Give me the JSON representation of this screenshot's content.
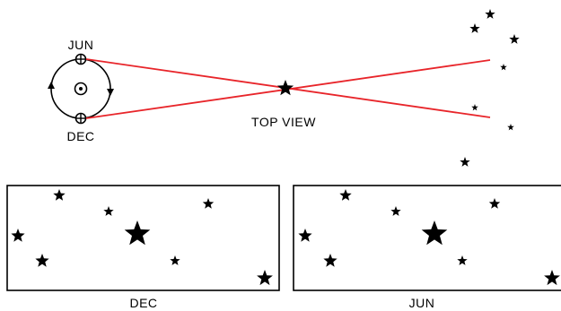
{
  "labels": {
    "jun_top": "JUN",
    "dec_top": "DEC",
    "top_view": "TOP VIEW",
    "panel_dec": "DEC",
    "panel_jun": "JUN"
  },
  "colors": {
    "sight_line": "#e8252a",
    "ink": "#000000",
    "background": "#ffffff"
  },
  "icons": {
    "sun": "sun-symbol-icon",
    "earth": "earth-symbol-icon",
    "star": "star-icon"
  }
}
